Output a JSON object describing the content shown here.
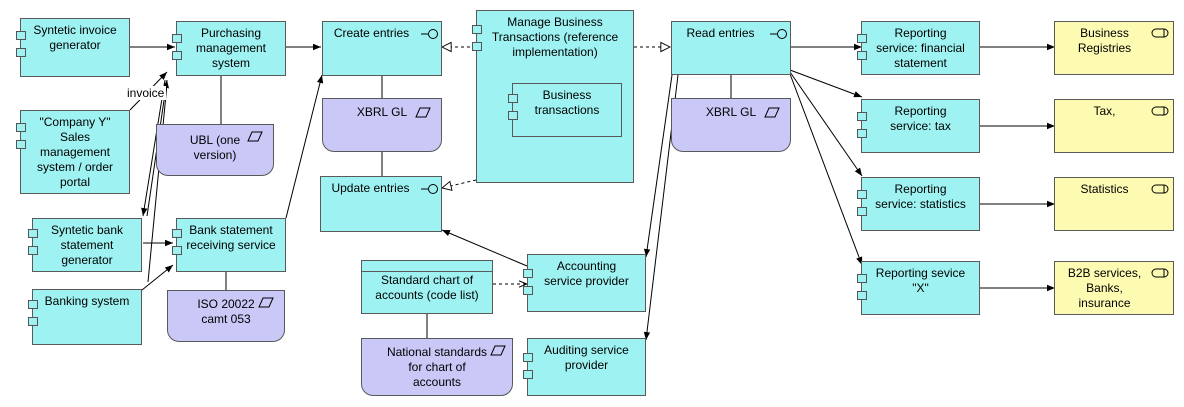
{
  "nodes": {
    "syntetic_invoice_generator": "Syntetic invoice generator",
    "company_y": "\"Company Y\"\nSales\nmanagement\nsystem / order\nportal",
    "syntetic_bank_statement_generator": "Syntetic bank\nstatement\ngenerator",
    "banking_system": "Banking system",
    "purchasing_management_system": "Purchasing\nmanagement\nsystem",
    "bank_statement_receiving_service": "Bank statement\nreceiving service",
    "ubl": "UBL (one\nversion)",
    "iso_20022": "ISO 20022\ncamt 053",
    "create_entries": "Create entries",
    "update_entries": "Update entries",
    "xbrl_gl_1": "XBRL GL",
    "manage_business_transactions": "Manage Business\nTransactions (reference\nimplementation)",
    "business_transactions": "Business\ntransactions",
    "standard_chart": "Standard chart of\naccounts (code list)",
    "national_standards": "National standards\nfor chart of\naccounts",
    "accounting_service_provider": "Accounting\nservice provider",
    "auditing_service_provider": "Auditing service\nprovider",
    "read_entries": "Read entries",
    "xbrl_gl_2": "XBRL GL",
    "reporting_financial": "Reporting\nservice: financial\nstatement",
    "reporting_tax": "Reporting\nservice: tax",
    "reporting_statistics": "Reporting\nservice: statistics",
    "reporting_x": "Reporting sevice\n\"X\"",
    "business_registries": "Business\nRegistries",
    "tax": "Tax,",
    "statistics": "Statistics",
    "b2b": "B2B services,\nBanks,\ninsurance"
  },
  "edge_labels": {
    "invoice": "invoice"
  },
  "colors": {
    "application": "#9ff2f2",
    "business": "#fdfbb2",
    "artifact": "#c9c8f7",
    "line": "#000000"
  },
  "icons": {
    "component": "component-icon",
    "interface": "interface-icon",
    "actor": "business-actor-icon",
    "artifact": "artifact-icon"
  }
}
